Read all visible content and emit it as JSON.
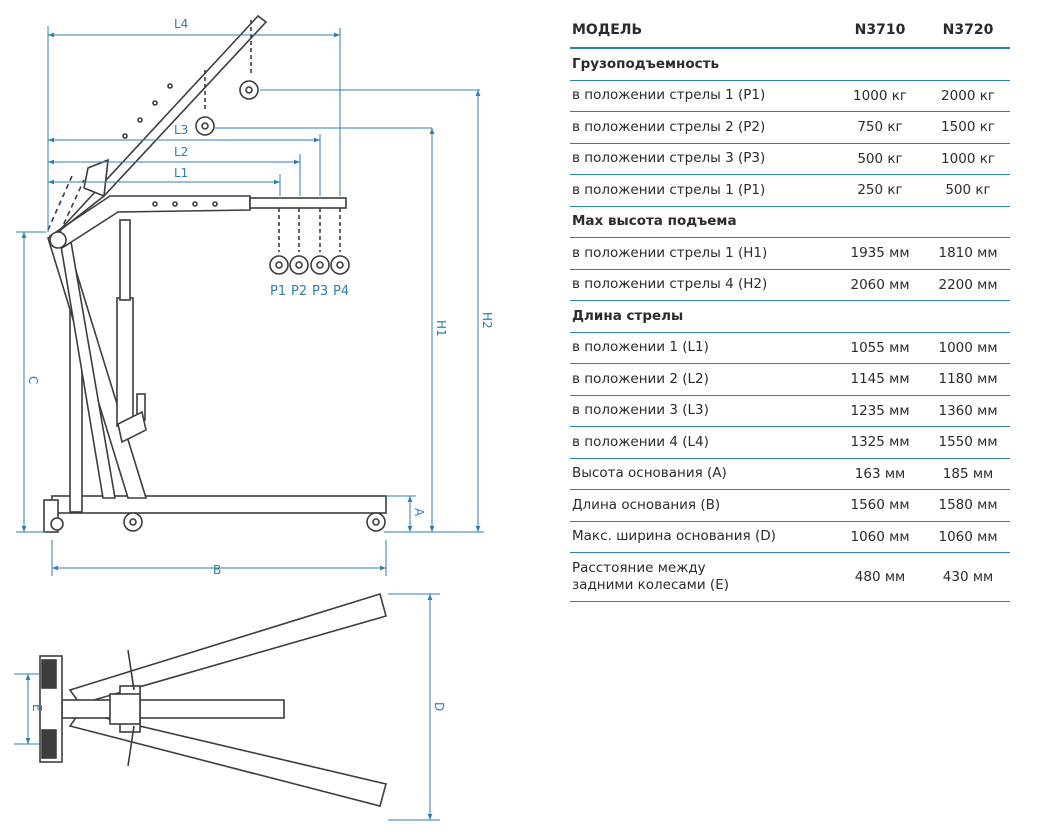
{
  "colors": {
    "line": "#2f7fb0",
    "drawing": "#3d3d3d",
    "text": "#2b2b2b"
  },
  "drawing": {
    "labels": {
      "L4": "L4",
      "L3": "L3",
      "L2": "L2",
      "L1": "L1",
      "P1": "P1",
      "P2": "P2",
      "P3": "P3",
      "P4": "P4",
      "H1": "H1",
      "H2": "H2",
      "C": "C",
      "A": "A",
      "B": "B",
      "D": "D",
      "E": "E"
    }
  },
  "table": {
    "header": {
      "model": "МОДЕЛЬ",
      "col1": "N3710",
      "col2": "N3720"
    },
    "rows": [
      {
        "kind": "section",
        "label": "Грузоподъемность"
      },
      {
        "kind": "data",
        "label": "в положении стрелы 1 (P1)",
        "v1": "1000 кг",
        "v2": "2000 кг"
      },
      {
        "kind": "data",
        "label": "в положении стрелы 2 (P2)",
        "v1": "750 кг",
        "v2": "1500 кг"
      },
      {
        "kind": "data",
        "label": "в положении стрелы 3 (P3)",
        "v1": "500 кг",
        "v2": "1000 кг"
      },
      {
        "kind": "data",
        "label": "в положении стрелы 1 (P1)",
        "v1": "250 кг",
        "v2": "500 кг"
      },
      {
        "kind": "section",
        "label": "Max высота подъема"
      },
      {
        "kind": "data",
        "label": "в положении стрелы 1 (H1)",
        "v1": "1935 мм",
        "v2": "1810 мм"
      },
      {
        "kind": "data",
        "label": "в положении стрелы 4 (H2)",
        "v1": "2060 мм",
        "v2": "2200 мм"
      },
      {
        "kind": "section",
        "label": "Длина стрелы"
      },
      {
        "kind": "data",
        "label": "в положении 1 (L1)",
        "v1": "1055 мм",
        "v2": "1000 мм"
      },
      {
        "kind": "data",
        "label": "в положении 2 (L2)",
        "v1": "1145 мм",
        "v2": "1180 мм"
      },
      {
        "kind": "data",
        "label": "в положении 3 (L3)",
        "v1": "1235 мм",
        "v2": "1360 мм"
      },
      {
        "kind": "data",
        "label": "в положении 4 (L4)",
        "v1": "1325 мм",
        "v2": "1550 мм"
      },
      {
        "kind": "data",
        "label": "Высота основания (A)",
        "v1": "163 мм",
        "v2": "185 мм"
      },
      {
        "kind": "data",
        "label": "Длина основания (B)",
        "v1": "1560 мм",
        "v2": "1580 мм"
      },
      {
        "kind": "data",
        "label": "Макс. ширина основания (D)",
        "v1": "1060 мм",
        "v2": "1060 мм"
      },
      {
        "kind": "data",
        "label": "Расстояние между\nзадними колесами (E)",
        "v1": "480 мм",
        "v2": "430 мм",
        "tall": true
      }
    ]
  }
}
